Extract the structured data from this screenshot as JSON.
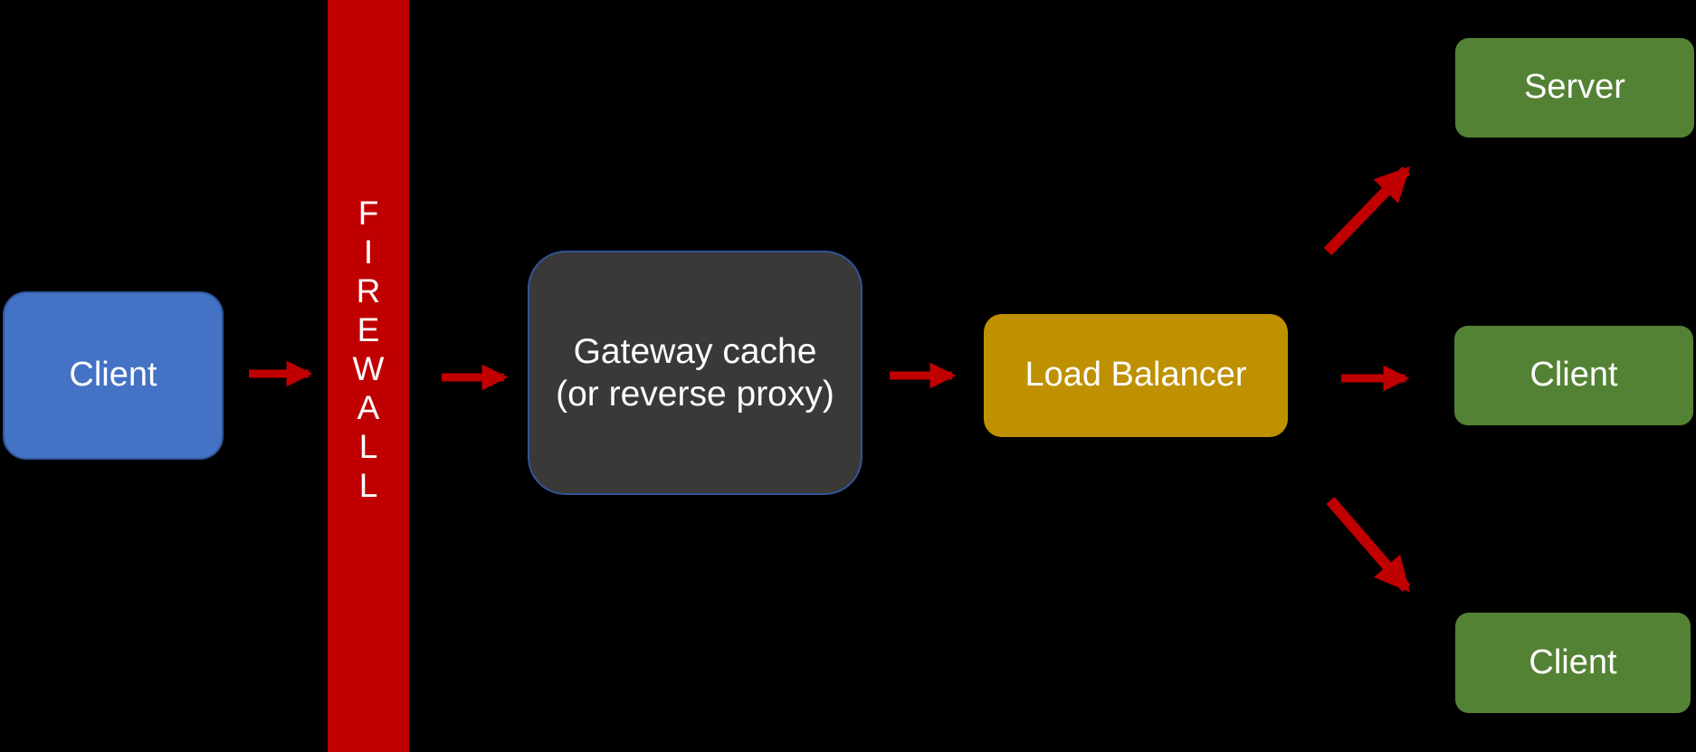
{
  "diagram": {
    "title": "Gateway cache / load balancing network flow diagram",
    "background": "#000000",
    "arrow_color": "#C00000",
    "nodes": {
      "client_left": {
        "label": "Client",
        "fill": "#4472C4",
        "border": "#2F5597",
        "text_color": "#FFFFFF"
      },
      "firewall": {
        "label": "FIREWALL",
        "label_vertical": "F\nI\nR\nE\nW\nA\nL\nL",
        "fill": "#C00000",
        "text_color": "#FFFFFF"
      },
      "gateway": {
        "lines": [
          "Gateway cache",
          "(or reverse proxy)"
        ],
        "fill": "#3B3838",
        "border": "#2F5597",
        "text_color": "#FFFFFF"
      },
      "load_balancer": {
        "label": "Load Balancer",
        "fill": "#BF9000",
        "text_color": "#FFFFFF"
      },
      "server_top": {
        "label": "Server",
        "fill": "#548235",
        "text_color": "#FFFFFF"
      },
      "client_mid": {
        "label": "Client",
        "fill": "#548235",
        "text_color": "#FFFFFF"
      },
      "client_bottom": {
        "label": "Client",
        "fill": "#548235",
        "text_color": "#FFFFFF"
      }
    },
    "connections": [
      {
        "from": "client_left",
        "to": "firewall"
      },
      {
        "from": "firewall",
        "to": "gateway"
      },
      {
        "from": "gateway",
        "to": "load_balancer"
      },
      {
        "from": "load_balancer",
        "to": "server_top"
      },
      {
        "from": "load_balancer",
        "to": "client_mid"
      },
      {
        "from": "load_balancer",
        "to": "client_bottom"
      }
    ]
  }
}
